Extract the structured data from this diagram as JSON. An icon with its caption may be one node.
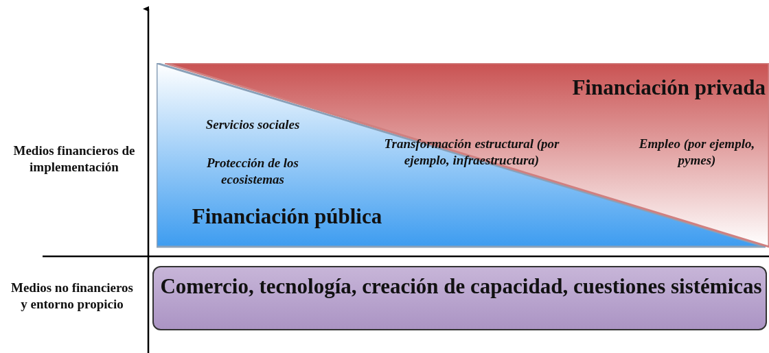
{
  "diagram": {
    "nodes": [
      {
        "text": [
          "Servicios sociales",
          "Protección de los ecosistemas",
          "Financiación pública"
        ]
      },
      {
        "text": [
          "Financiación privada",
          "Empleo (por ejemplo, pymes)"
        ]
      },
      {
        "text": [
          "Comercio, tecnología, creación de capacidad, cuestiones sistémicas"
        ]
      }
    ],
    "edges": [],
    "labels": [
      "Medios financieros de implementación",
      "Transformación estructural (por ejemplo, infraestructura)",
      "Medios no financieros y entorno propicio"
    ]
  }
}
